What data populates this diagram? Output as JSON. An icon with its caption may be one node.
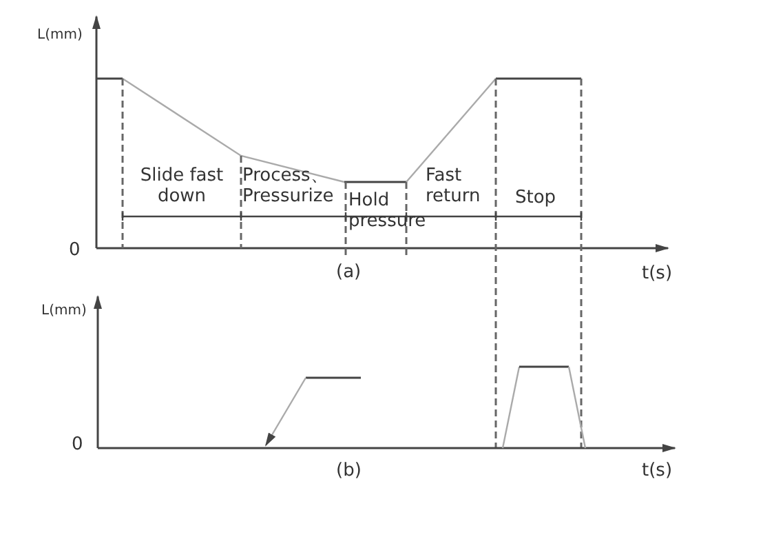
{
  "diagram": {
    "labels": [
      "L(mm)",
      "0",
      "Slide fast down",
      "Process、 Pressurize",
      "Hold pressure",
      "Fast return",
      "Stop",
      "(a)",
      "t(s)",
      "L(mm)",
      "0",
      "(b)",
      "t(s)"
    ]
  }
}
